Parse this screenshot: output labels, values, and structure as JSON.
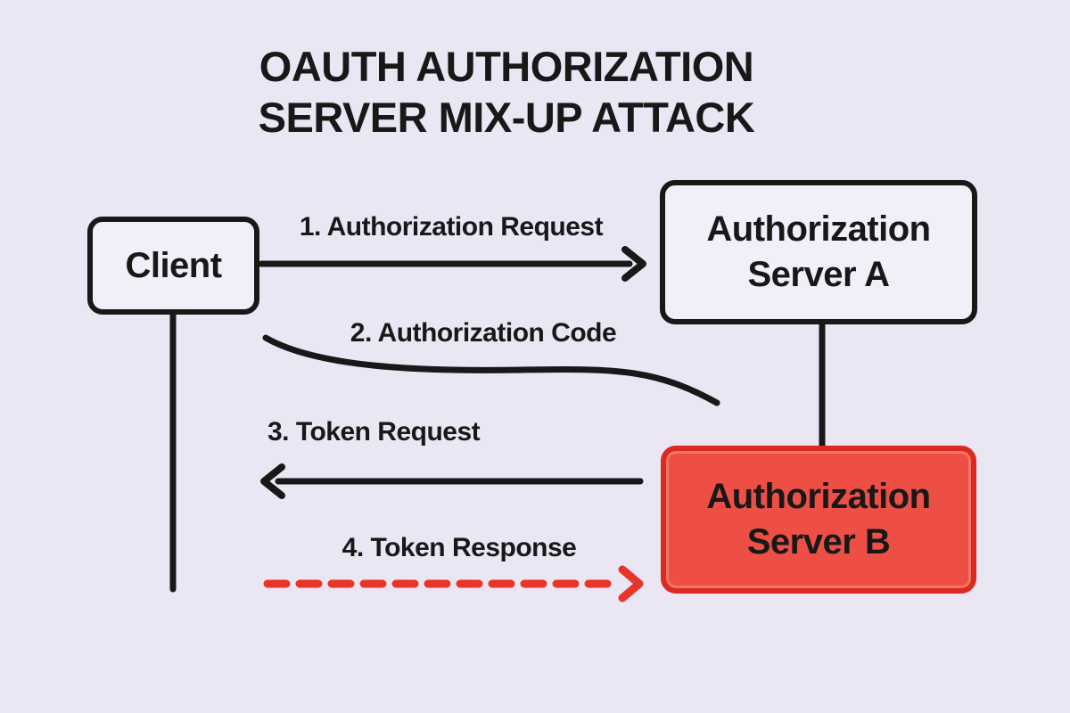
{
  "title": {
    "line1": "OAUTH AUTHORIZATION",
    "line2": "SERVER MIX-UP ATTACK"
  },
  "nodes": {
    "client": {
      "label": "Client"
    },
    "server_a": {
      "line1": "Authorization",
      "line2": "Server A"
    },
    "server_b": {
      "line1": "Authorization",
      "line2": "Server B"
    }
  },
  "arrows": [
    {
      "label": "1. Authorization Request",
      "from": "client",
      "to": "server_a",
      "style": "solid",
      "direction": "right",
      "color": "#181818"
    },
    {
      "label": "2. Authorization Code",
      "from": "server_a",
      "to": "client",
      "style": "curved",
      "direction": "left",
      "color": "#181818"
    },
    {
      "label": "3. Token Request",
      "from": "server_b",
      "to": "client",
      "style": "solid",
      "direction": "left",
      "color": "#181818"
    },
    {
      "label": "4. Token Response",
      "from": "client",
      "to": "server_b",
      "style": "dashed",
      "direction": "right",
      "color": "#e8352b"
    }
  ],
  "colors": {
    "bg": "#ebe6f3",
    "box_fill": "#f2eff8",
    "ink": "#181818",
    "danger_fill": "#ee4f45",
    "danger_border": "#dc2a20",
    "danger_arrow": "#e8352b"
  }
}
